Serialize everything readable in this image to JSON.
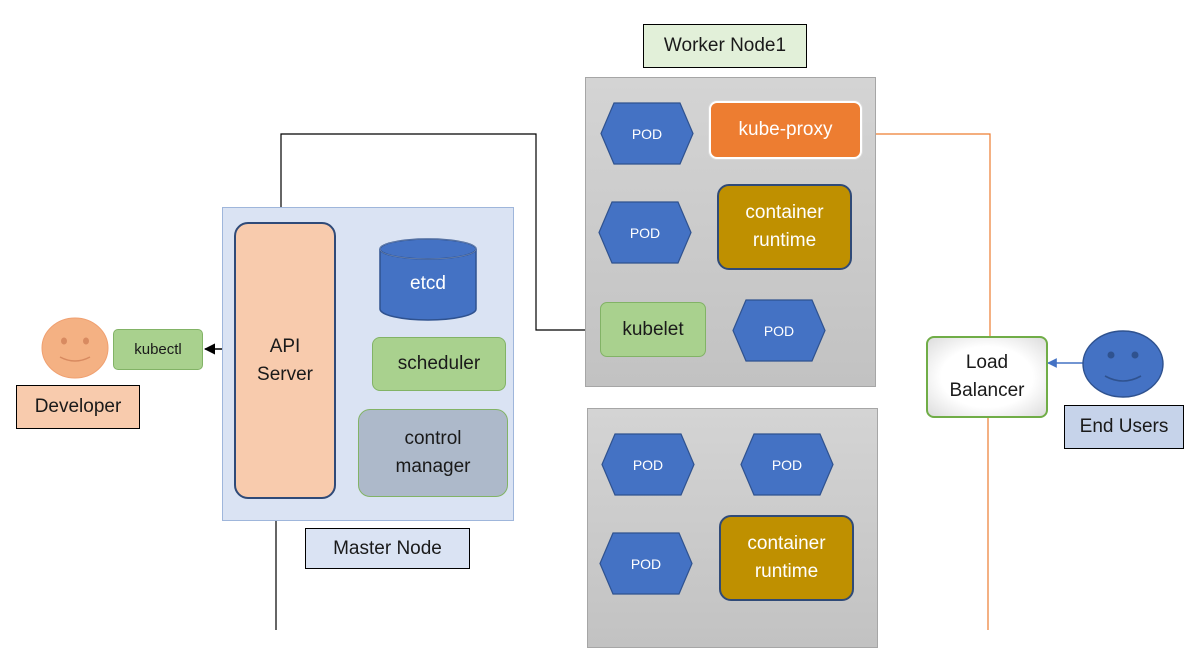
{
  "labels": {
    "worker1": "Worker Node1",
    "master": "Master Node",
    "developer": "Developer",
    "end_users": "End Users"
  },
  "components": {
    "kubectl": "kubectl",
    "api_server_line1": "API",
    "api_server_line2": "Server",
    "etcd": "etcd",
    "scheduler": "scheduler",
    "controller_line1": "control",
    "controller_line2": "manager",
    "kube_proxy": "kube-proxy",
    "container_runtime_line1": "container",
    "container_runtime_line2": "runtime",
    "kubelet": "kubelet",
    "pod": "POD",
    "load_balancer_line1": "Load",
    "load_balancer_line2": "Balancer"
  },
  "colors": {
    "node_bg": "#c9c9c9",
    "master_bg": "#dae3f3",
    "pod_blue": "#4472c4",
    "api_peach": "#f8cbad",
    "green": "#a9d18e",
    "orange": "#ed7d31",
    "gold": "#bf9000",
    "controller_gray": "#adb9ca",
    "end_user_blue": "#4472c4",
    "label_blue": "#dae3f3",
    "label_green": "#e2f0d9"
  }
}
